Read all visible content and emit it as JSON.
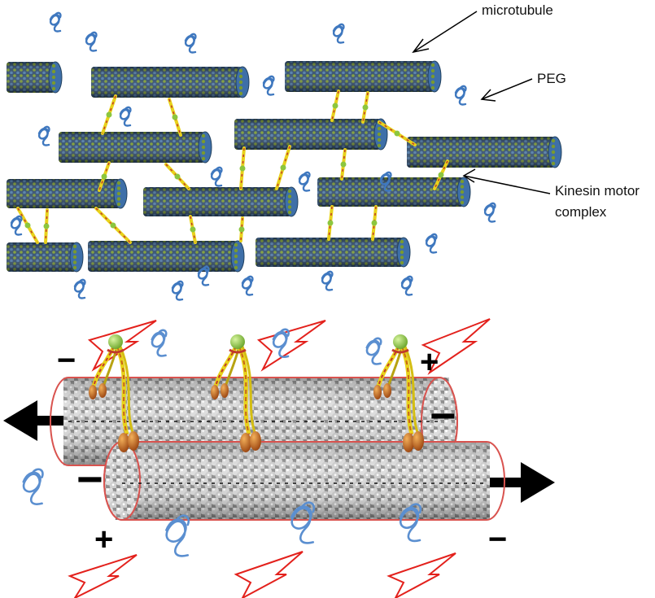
{
  "labels": {
    "microtubule": "microtubule",
    "peg": "PEG",
    "kinesin_line1": "Kinesin motor",
    "kinesin_line2": "complex"
  },
  "polarity": {
    "plus": "+",
    "minus": "−"
  },
  "icons": {
    "pointer_arrow": "pointer-arrow-icon",
    "motion_arrow": "motion-arrow-icon",
    "flow_arrow": "flow-chevron-icon"
  },
  "colors": {
    "mt_dark": "#2d4a6b",
    "mt_green": "#7a9a2e",
    "mt_tip": "#3e6fa8",
    "peg": "#3f78bf",
    "peg_light": "#5b8fd0",
    "motor_yellow": "#e8d21a",
    "motor_red": "#c0392b",
    "motor_green": "#8cc63f",
    "head_orange": "#c8651a",
    "gray_bead": "#cfcfcf",
    "tube_outline": "#d9534f",
    "flow_outline": "#e3211c",
    "arrow": "#000000"
  }
}
